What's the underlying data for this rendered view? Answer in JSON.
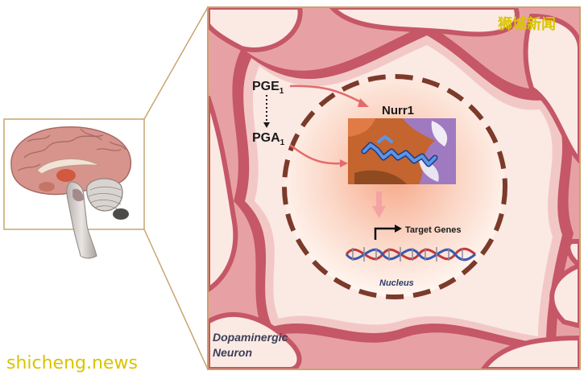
{
  "watermark": {
    "top_right": "狮城新闻",
    "bottom_left": "shicheng.news"
  },
  "molecules": {
    "pge1_base": "PGE",
    "pge1_sub": "1",
    "pga1_base": "PGA",
    "pga1_sub": "1"
  },
  "receptor": {
    "label": "Nurr1"
  },
  "genes": {
    "label": "Target Genes"
  },
  "nucleus": {
    "label": "Nucleus"
  },
  "cell": {
    "line1": "Dopaminergic",
    "line2": "Neuron"
  },
  "colors": {
    "tissue": "#e7a1a4",
    "membrane": "#c55767",
    "membrane_light": "#f2c8c6",
    "cell_body": "#fbe9e4",
    "frame": "#c9a46f",
    "protein": "#c4642e",
    "ligand": "#3a6fc0",
    "arrow": "#e46b6b",
    "dna_red": "#c0393b",
    "dna_blue": "#3a59b0",
    "watermark": "#d9c400"
  }
}
